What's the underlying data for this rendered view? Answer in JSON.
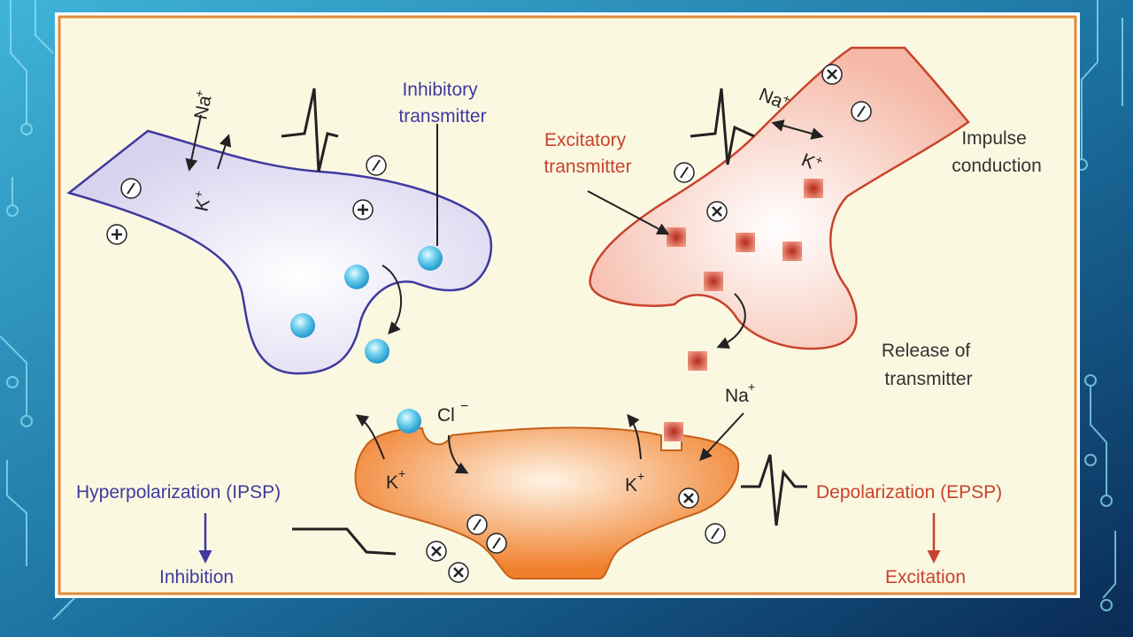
{
  "labels": {
    "inhibitory_transmitter": [
      "Inhibitory",
      "transmitter"
    ],
    "excitatory_transmitter": [
      "Excitatory",
      "transmitter"
    ],
    "impulse_conduction": [
      "Impulse",
      "conduction"
    ],
    "release_of_transmitter": [
      "Release of",
      "transmitter"
    ],
    "hyperpolarization": "Hyperpolarization (IPSP)",
    "inhibition": "Inhibition",
    "depolarization": "Depolarization (EPSP)",
    "excitation": "Excitation"
  },
  "ions": {
    "na": "Na",
    "k": "K",
    "cl": "Cl",
    "plus": "+",
    "minus": "−"
  },
  "colors": {
    "inhibitory": "#3f3a9e",
    "excitatory": "#c8432c",
    "postsynaptic": "#f07f2a",
    "panel": "#fbf8e2",
    "border": "#e0893a",
    "slide": "#2e9bc4"
  }
}
